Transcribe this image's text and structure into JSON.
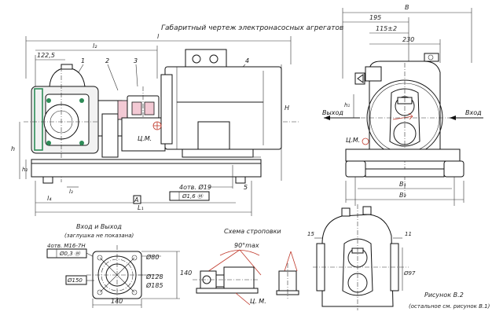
{
  "title": "Габаритный чертеж электронасосных агрегатов",
  "front_view": {
    "dims": {
      "l": "l",
      "l2": "l₂",
      "d122": "122,5",
      "H": "H",
      "h": "h",
      "h2": "h₂",
      "l3": "l₃",
      "l4": "l₄",
      "A": "A",
      "L1": "L₁",
      "holes": "4отв. Ø19",
      "tol": "Ø1,6 Ⓜ"
    },
    "callouts": [
      "1",
      "2",
      "3",
      "4",
      "5"
    ],
    "cm": "Ц.М."
  },
  "side_view": {
    "dims": {
      "B": "B",
      "d195": "195",
      "d115": "115±2",
      "d230": "230",
      "B1": "B₁",
      "B2": "B₂",
      "h1": "h₁"
    },
    "left_label": "Выход",
    "right_label": "Вход",
    "cm": "Ц.М."
  },
  "flange": {
    "title_line1": "Вход и Выход",
    "title_line2": "(заглушка не показана)",
    "holes": "4отв.  М16-7Н",
    "tol": "Ø0,3 Ⓜ",
    "d80": "Ø80",
    "d150": "Ø150",
    "d128": "Ø128",
    "d185": "Ø185",
    "d140v": "140",
    "d140h": "140"
  },
  "sling": {
    "title": "Схема строповки",
    "angle": "90°max",
    "cm": "Ц. М."
  },
  "figure_b2": {
    "d15": "15",
    "d11": "11",
    "d97": "Ø97",
    "caption1": "Рисунок В.2",
    "caption2": "(остальное см. рисунок В.1)"
  }
}
